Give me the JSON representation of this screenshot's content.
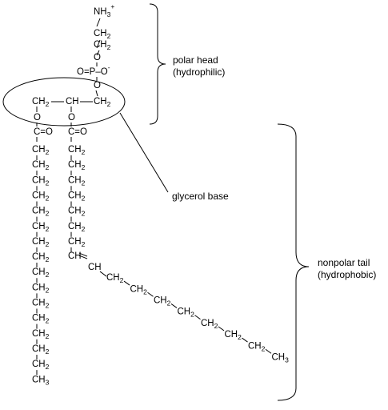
{
  "head": {
    "nh3": "NH",
    "nh3_sub": "3",
    "nh3_charge": "+",
    "ch2_a": "CH",
    "ch2_a_sub": "2",
    "ch2_b": "CH",
    "ch2_b_sub": "2",
    "o_link": "O",
    "phosphate_left_o": "O",
    "phosphate_eq1": "=",
    "phosphate_p": "P",
    "phosphate_dash": "–",
    "phosphate_right_o": "O",
    "phosphate_charge": "-",
    "o_lower": "O"
  },
  "glycerol": {
    "ch2_left": "CH",
    "ch2_left_sub": "2",
    "ch_mid": "CH",
    "ch2_right": "CH",
    "ch2_right_sub": "2"
  },
  "ester": {
    "left_o": "O",
    "right_o": "O",
    "left_co": "C=O",
    "right_co": "C=O"
  },
  "chains": {
    "left_repeat": "CH",
    "left_repeat_sub": "2",
    "left_count": 15,
    "left_terminal": "CH",
    "left_terminal_sub": "3",
    "right_repeat": "CH",
    "right_repeat_sub": "2",
    "right_upper_count": 7,
    "right_double_bond_ch": "CH",
    "right_double_bond_label": "=CH",
    "right_lower_count": 7,
    "right_terminal": "CH",
    "right_terminal_sub": "3"
  },
  "labels": {
    "polar_head": "polar head",
    "polar_head_note": "(hydrophilic)",
    "glycerol_base": "glycerol base",
    "nonpolar_tail": "nonpolar tail",
    "nonpolar_tail_note": "(hydrophobic)"
  }
}
